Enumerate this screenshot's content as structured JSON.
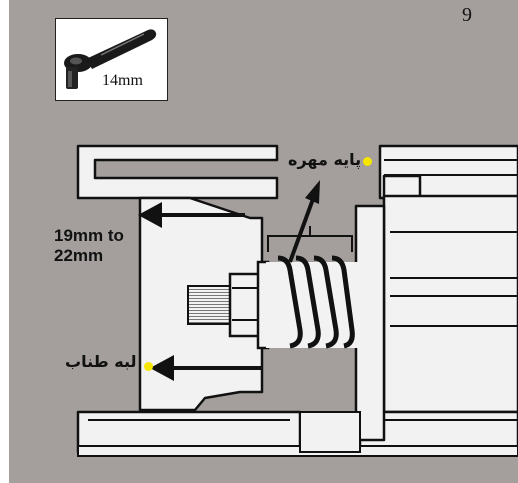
{
  "page_number": "9",
  "tool": {
    "icon": "ratchet-wrench-icon",
    "size_label": "14mm"
  },
  "labels": {
    "nut_base": "پایه مهره",
    "range_line1": "19mm to",
    "range_line2": "22mm",
    "rope_lip": "لبه طناب"
  },
  "colors": {
    "background": "#a49f9c",
    "marker_dot": "#f6e600",
    "ink": "#111111"
  }
}
